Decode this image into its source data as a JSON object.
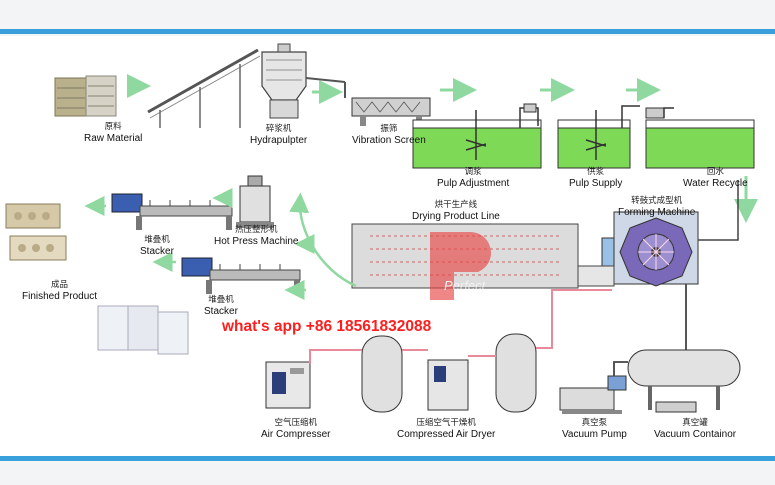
{
  "labels": {
    "raw_material": {
      "zh": "原料",
      "en": "Raw Material"
    },
    "hydrapulpter": {
      "zh": "碎浆机",
      "en": "Hydrapulpter"
    },
    "vibration_screen": {
      "zh": "振筛",
      "en": "Vibration Screen"
    },
    "pulp_adjustment": {
      "zh": "调浆",
      "en": "Pulp Adjustment"
    },
    "pulp_supply": {
      "zh": "供浆",
      "en": "Pulp Supply"
    },
    "water_recycle": {
      "zh": "回水",
      "en": "Water Recycle"
    },
    "forming_machine": {
      "zh": "转鼓式成型机",
      "en": "Forming Machine"
    },
    "drying_line": {
      "zh": "烘干生产线",
      "en": "Drying Product Line"
    },
    "hot_press": {
      "zh": "热压整形机",
      "en": "Hot Press Machine"
    },
    "stacker_1": {
      "zh": "堆叠机",
      "en": "Stacker"
    },
    "stacker_2": {
      "zh": "堆叠机",
      "en": "Stacker"
    },
    "finished_product": {
      "zh": "成品",
      "en": "Finished Product"
    },
    "air_compressor": {
      "zh": "空气压缩机",
      "en": "Air Compresser"
    },
    "air_dryer": {
      "zh": "压缩空气干燥机",
      "en": "Compressed Air Dryer"
    },
    "vacuum_pump": {
      "zh": "真空泵",
      "en": "Vacuum Pump"
    },
    "vacuum_container": {
      "zh": "真空罐",
      "en": "Vacuum Containor"
    }
  },
  "contact": "what's app +86 18561832088",
  "watermark": "Perfect",
  "colors": {
    "frame_blue": "#3aa0dc",
    "flow_green": "#8fd8a0",
    "pulp_green": "#7ed957",
    "air_pipe_pink": "#e88a9a",
    "contact_red": "#ff1e1e"
  }
}
